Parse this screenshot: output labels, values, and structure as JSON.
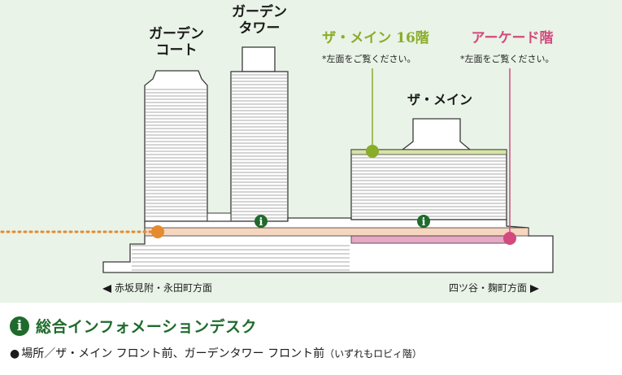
{
  "diagram": {
    "background_color": "#e9f3e7",
    "building_labels": {
      "garden_court": [
        "ガーデン",
        "コート"
      ],
      "garden_tower": [
        "ガーデン",
        "タワー"
      ],
      "the_main": "ザ・メイン"
    },
    "floor_labels": {
      "main_16f": {
        "title": "ザ・メイン 16階",
        "note": "*左面をご覧ください。",
        "color": "#8aac2b"
      },
      "arcade": {
        "title": "アーケード階",
        "note": "*左面をご覧ください。",
        "color": "#d24a7e"
      }
    },
    "directions": {
      "left": "赤坂見附・永田町方面",
      "right": "四ツ谷・麹町方面"
    },
    "colors": {
      "entrance_dot": "#e58a2e",
      "info_icon": "#1f6b2c",
      "lobby_band": "#f6d6bf",
      "arcade_band": "#e6a8c4",
      "main16_band": "#d6e3a6"
    },
    "info_marker_symbol": "i"
  },
  "info_desk": {
    "icon_symbol": "i",
    "title": "総合インフォメーションデスク",
    "bullet": "●",
    "location": "場所／ザ・メイン フロント前、ガーデンタワー フロント前",
    "note": "（いずれもロビィ階）"
  }
}
